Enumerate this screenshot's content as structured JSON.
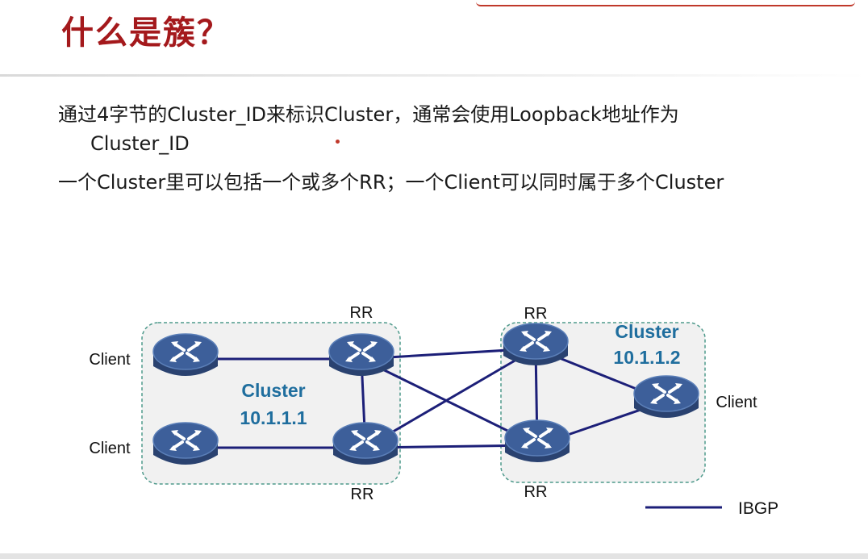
{
  "slide": {
    "title": "什么是簇？",
    "lines": [
      "通过4字节的Cluster_ID来标识Cluster，通常会使用Loopback地址作为",
      "Cluster_ID",
      "一个Cluster里可以包括一个或多个RR；一个Client可以同时属于多个Cluster"
    ]
  },
  "diagram": {
    "clusters": [
      {
        "name": "Cluster",
        "id": "10.1.1.1"
      },
      {
        "name": "Cluster",
        "id": "10.1.1.2"
      }
    ],
    "nodes": [
      {
        "key": "c1",
        "label": "Client",
        "role": "client"
      },
      {
        "key": "c2",
        "label": "Client",
        "role": "client"
      },
      {
        "key": "rr1",
        "label": "RR",
        "role": "rr"
      },
      {
        "key": "rr2",
        "label": "RR",
        "role": "rr"
      },
      {
        "key": "rr3",
        "label": "RR",
        "role": "rr"
      },
      {
        "key": "rr4",
        "label": "RR",
        "role": "rr"
      },
      {
        "key": "c3",
        "label": "Client",
        "role": "client"
      }
    ],
    "links": [
      [
        "c1",
        "rr1"
      ],
      [
        "c2",
        "rr2"
      ],
      [
        "rr1",
        "rr2"
      ],
      [
        "rr1",
        "rr3"
      ],
      [
        "rr1",
        "rr4"
      ],
      [
        "rr2",
        "rr3"
      ],
      [
        "rr2",
        "rr4"
      ],
      [
        "rr3",
        "rr4"
      ],
      [
        "rr3",
        "c3"
      ],
      [
        "rr4",
        "c3"
      ]
    ],
    "legend": {
      "label": "IBGP"
    },
    "colors": {
      "link": "#1c1f78",
      "cluster_text": "#1f6e9e",
      "cluster_border": "#4f9a8c",
      "cluster_fill": "#f1f1f1",
      "router_top": "#3d5f9a",
      "router_side": "#2a4270"
    }
  }
}
